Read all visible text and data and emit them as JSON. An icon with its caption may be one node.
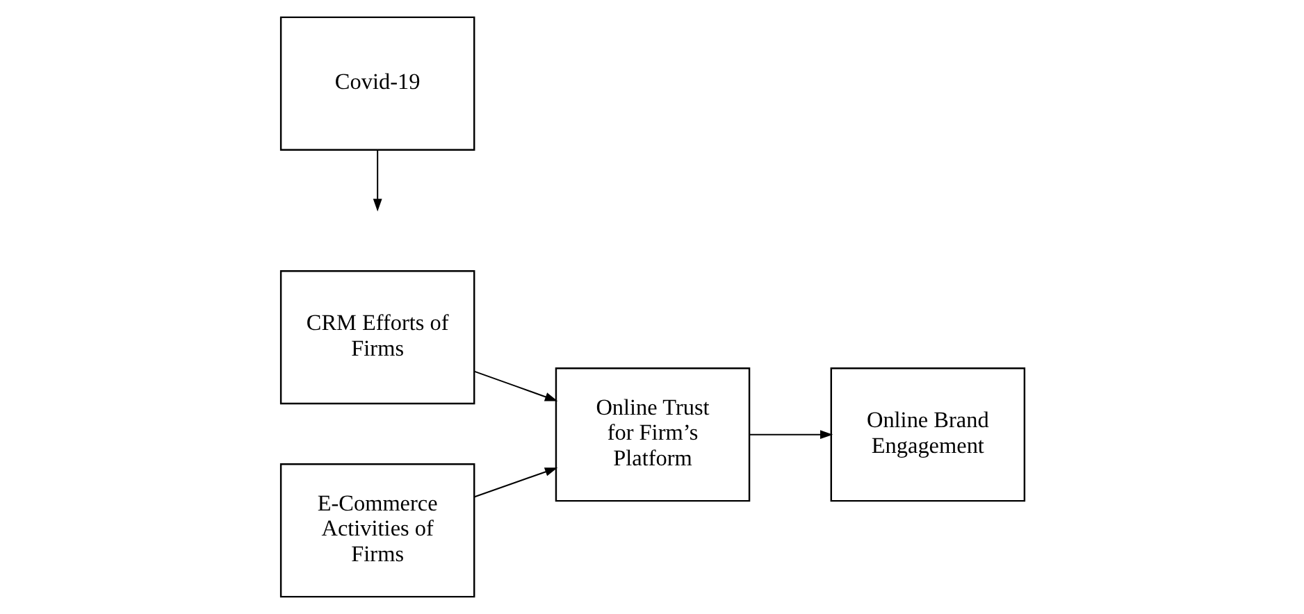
{
  "diagram": {
    "nodes": [
      {
        "text": [
          "CRM Efforts of Firms"
        ]
      },
      {
        "text": [
          "E-Commerce Activities of Firms"
        ]
      },
      {
        "text": [
          "Online Trust for Firm’s Platform"
        ]
      },
      {
        "text": [
          "Online Brand Engagement"
        ]
      },
      {
        "text": [
          "Covid-19"
        ]
      }
    ],
    "edges": [
      {
        "from": 0,
        "to": 2,
        "arrow": "to"
      },
      {
        "from": 1,
        "to": 2,
        "arrow": "to"
      },
      {
        "from": 2,
        "to": 3,
        "arrow": "to"
      },
      {
        "from": 4,
        "to": null,
        "arrow": "to"
      }
    ]
  }
}
